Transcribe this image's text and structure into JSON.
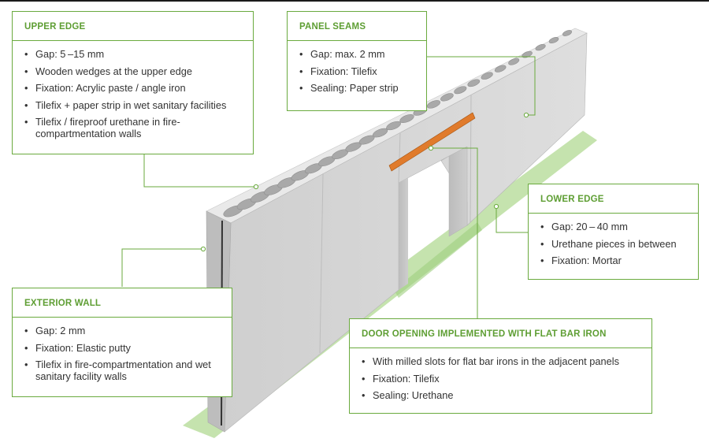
{
  "colors": {
    "accent": "#5e9e33",
    "frame": "#6aaa3e",
    "floor": "#c5e3ae",
    "wall_face": "#d4d4d4",
    "flat_bar_iron": "#e07b2c"
  },
  "callouts": {
    "upper_edge": {
      "title": "UPPER EDGE",
      "items": [
        "Gap: 5 –15 mm",
        "Wooden wedges at the upper edge",
        "Fixation: Acrylic paste / angle iron",
        "Tilefix +  paper strip in wet sanitary facilities",
        "Tilefix / fireproof urethane in fire-compartmentation walls"
      ]
    },
    "panel_seams": {
      "title": "PANEL SEAMS",
      "items": [
        "Gap: max. 2 mm",
        "Fixation: Tilefix",
        "Sealing: Paper strip"
      ]
    },
    "lower_edge": {
      "title": "LOWER EDGE",
      "items": [
        "Gap: 20 – 40 mm",
        "Urethane pieces in between",
        "Fixation: Mortar"
      ]
    },
    "exterior_wall": {
      "title": "EXTERIOR WALL",
      "items": [
        "Gap: 2 mm",
        "Fixation: Elastic putty",
        "Tilefix in fire-compartmentation and wet sanitary facility walls"
      ]
    },
    "door_opening": {
      "title": "DOOR OPENING IMPLEMENTED WITH FLAT BAR IRON",
      "items": [
        "With milled slots for flat bar irons in the adjacent panels",
        "Fixation: Tilefix",
        "Sealing: Urethane"
      ]
    }
  }
}
